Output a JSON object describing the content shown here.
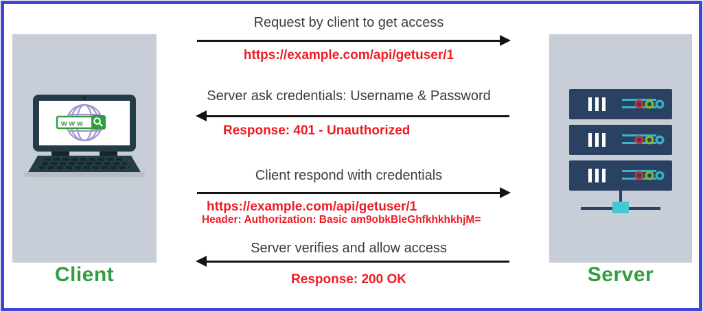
{
  "entities": {
    "client": {
      "label": "Client"
    },
    "server": {
      "label": "Server"
    }
  },
  "client_icon": {
    "www_label": "www"
  },
  "messages": [
    {
      "direction": "right",
      "label": "Request by client to get access",
      "details": [
        "https://example.com/api/getuser/1"
      ]
    },
    {
      "direction": "left",
      "label": "Server ask credentials: Username & Password",
      "details": [
        "Response: 401 - Unauthorized"
      ]
    },
    {
      "direction": "right",
      "label": "Client respond with credentials",
      "details": [
        "https://example.com/api/getuser/1",
        "Header: Authorization: Basic am9obkBleGhfkhkhkhjM="
      ]
    },
    {
      "direction": "left",
      "label": "Server verifies and allow access",
      "details": [
        "Response: 200 OK"
      ]
    }
  ],
  "colors": {
    "frame_border": "#4244d4",
    "panel": "#c7ced8",
    "entity_label": "#2f9e41",
    "message_label": "#3d3d3d",
    "detail_text": "#ee1c25",
    "arrow": "#141414",
    "server_navy": "#2b4162",
    "server_teal": "#38b6c8",
    "led_red": "#cc2e38",
    "led_green": "#7bbb2e",
    "led_cyan": "#35b3c9"
  }
}
